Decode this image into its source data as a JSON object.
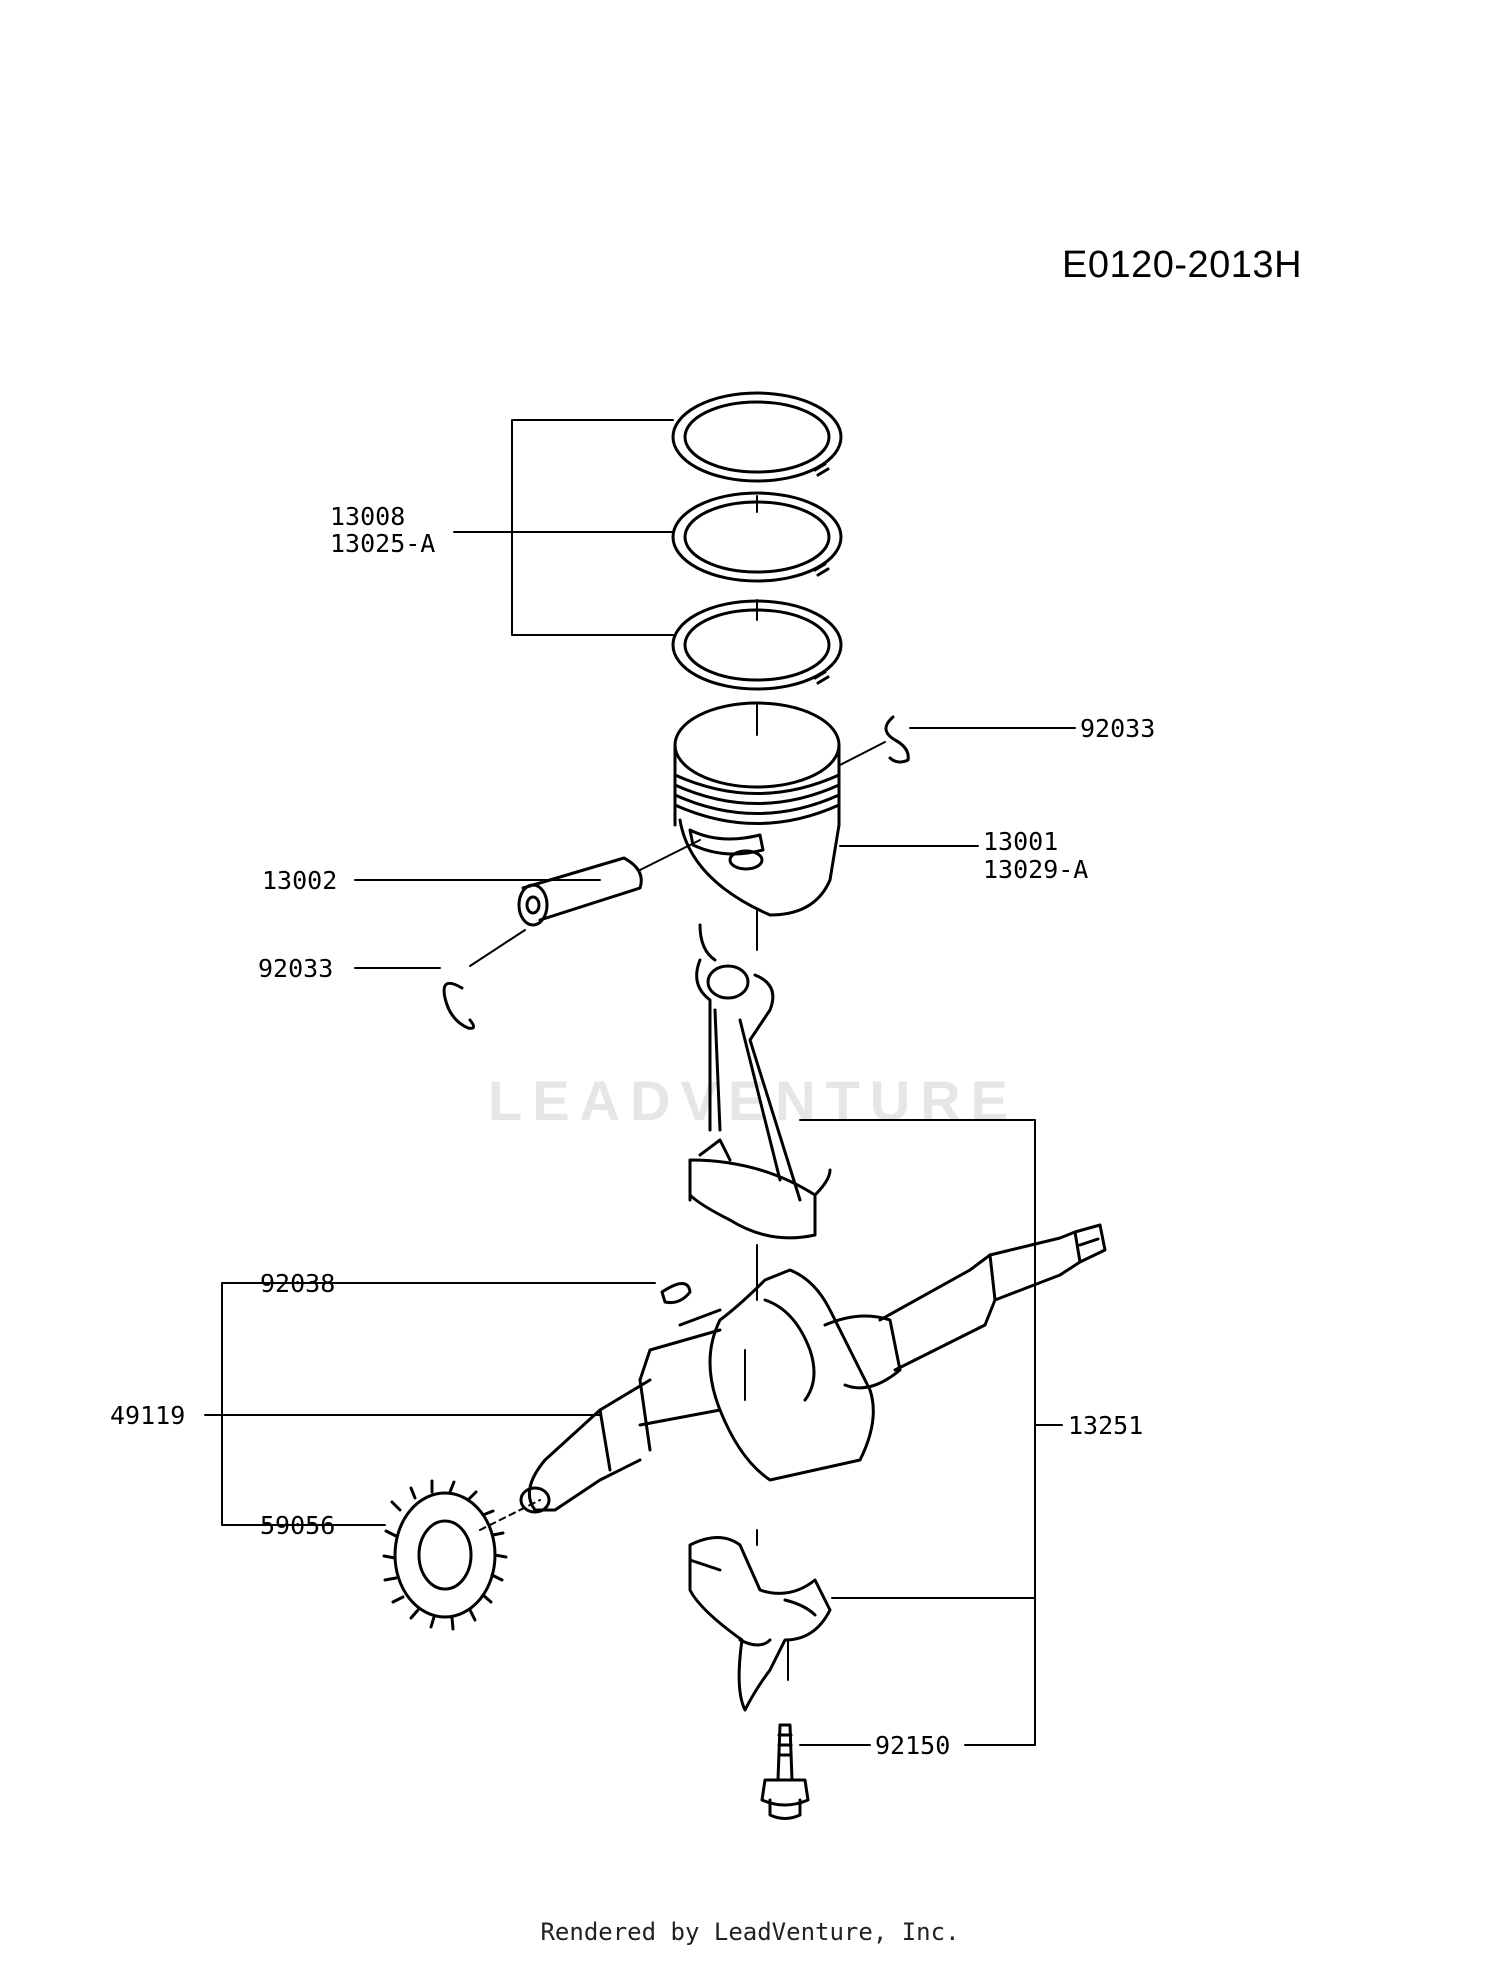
{
  "diagram": {
    "code": "E0120-2013H",
    "footer": "Rendered by LeadVenture, Inc.",
    "watermark": "LEADVENTURE"
  },
  "callouts": {
    "ring_set_a": "13008",
    "ring_set_b": "13025-A",
    "piston_a": "13001",
    "piston_b": "13029-A",
    "piston_pin": "13002",
    "circlip_top": "92033",
    "circlip_left": "92033",
    "key": "92038",
    "crankshaft": "49119",
    "gear": "59056",
    "conrod_assy": "13251",
    "bolt": "92150"
  },
  "colors": {
    "ink": "#000000",
    "watermark": "#e6e6e6"
  }
}
